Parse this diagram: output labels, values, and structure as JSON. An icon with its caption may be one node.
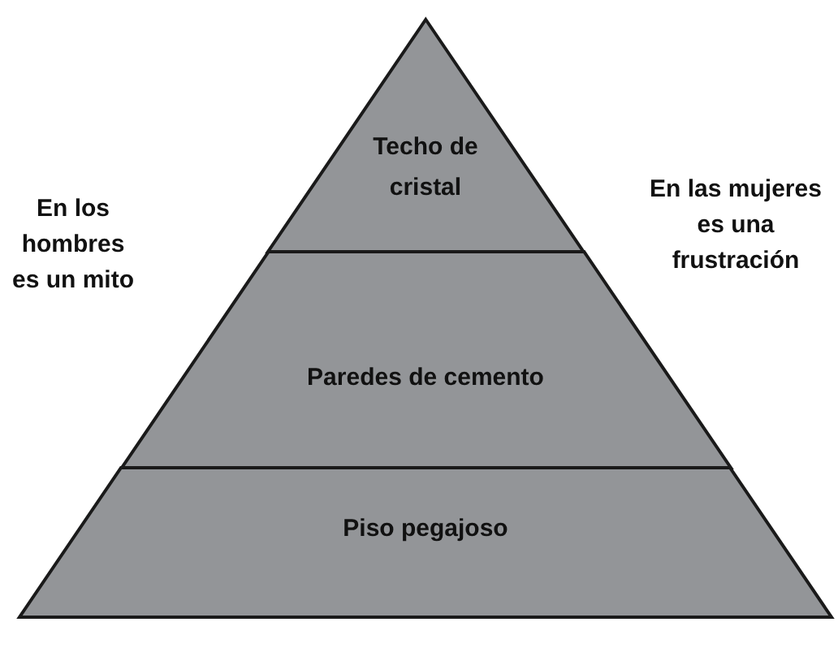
{
  "diagram": {
    "nodes": [
      {
        "text": [
          "Techo de cristal"
        ]
      },
      {
        "text": [
          "Paredes de cemento"
        ]
      },
      {
        "text": [
          "Piso pegajoso"
        ]
      }
    ],
    "labels": [
      "En los hombres es un mito",
      "En las mujeres es una frustración"
    ]
  }
}
